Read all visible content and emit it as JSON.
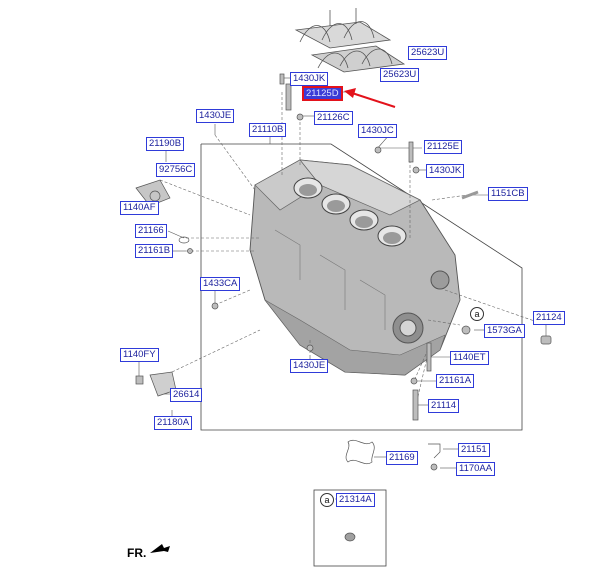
{
  "labels": {
    "l25623U_a": "25623U",
    "l25623U_b": "25623U",
    "l1430JK_a": "1430JK",
    "l21125D": "21125D",
    "l1430JE_a": "1430JE",
    "l21110B": "21110B",
    "l21126C": "21126C",
    "l1430JC": "1430JC",
    "l21190B": "21190B",
    "l21125E": "21125E",
    "l92756C": "92756C",
    "l1430JK_b": "1430JK",
    "l1140AF": "1140AF",
    "l1151CB": "1151CB",
    "l21166": "21166",
    "l21161B": "21161B",
    "l1433CA": "1433CA",
    "l1573GA": "1573GA",
    "l21124": "21124",
    "l1140FY": "1140FY",
    "l1140ET": "1140ET",
    "l1430JE_b": "1430JE",
    "l21161A": "21161A",
    "l26614": "26614",
    "l21114": "21114",
    "l21180A": "21180A",
    "l21151": "21151",
    "l21169": "21169",
    "l1170AA": "1170AA",
    "l21314A": "21314A"
  },
  "markers": {
    "a1": "a",
    "a2": "a"
  },
  "direction_label": "FR.",
  "colors": {
    "label_text": "#1a1f9c",
    "label_border": "#2f3bd9",
    "highlight_border": "#e3121b",
    "arrow": "#e3121b"
  }
}
